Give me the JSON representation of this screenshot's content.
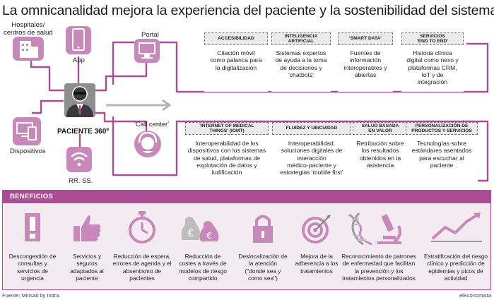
{
  "title": "La omnicanalidad mejora la experiencia del paciente y la sostenibilidad del sistema",
  "colors": {
    "accent": "#ab4c94",
    "icon_fill": "#c889ba",
    "card_header": "#eaeaea"
  },
  "hub": {
    "center_label": "PACIENTE 360º",
    "nodes": {
      "hospitales": "Hospitales/\ncentros de salud",
      "app": "App",
      "portal": "Portal",
      "dispositivos": "Dispositivos",
      "rrss": "RR. SS.",
      "call_center": "'Call center'"
    }
  },
  "cards": [
    {
      "header": "ACCESIBILIDAD",
      "body": "Citación móvil\ncomo palanca para\nla digitalización"
    },
    {
      "header": "INTELIGENCIA\nARTIFICIAL",
      "body": "Sistemas expertos\nde ayuda a la toma\nde decisiones y\n'chatbots'"
    },
    {
      "header": "'SMART DATA'",
      "body": "Fuentes de\ninformación\ninteroperables y\nabiertas"
    },
    {
      "header": "SERVICIOS\n'END TO END'",
      "body": "Historia clínica\ndigital como nexo y\nplataformas CRM,\nIoT y de\nintegración"
    },
    {
      "header": "'INTERNET OF MEDICAL\nTHINGS' (IOMT)",
      "body": "Interoperabilidad de los\ndispositivos con los sistemas\nde salud, plataformas de\nexplotación de datos y\nludificación"
    },
    {
      "header": "FLUIDEZ Y UBICUIDAD",
      "body": "Interoperabilidad,\nsoluciones digitales de\ninteracción\nmédico-paciente y\nestrategias 'mobile first'"
    },
    {
      "header": "SALUD BASADA\nEN VALOR",
      "body": "Retribución sobre\nlos resultados\nobtenidos en la\nasistencia"
    },
    {
      "header": "PERSONALIZACIÓN DE\nPRODUCTOS Y SERVICIOS",
      "body": "Tecnologías sobre\nestándares asentados\npara escuchar al\npaciente"
    }
  ],
  "benefits": {
    "title": "BENEFICIOS",
    "items": [
      {
        "icon": "exclamation-sign-icon",
        "text": "Descongestión de\nconsultas y\nservicios de\nurgencia"
      },
      {
        "icon": "thumbs-up-icon",
        "text": "Servicios y\nseguros\nadaptados al\npaciente"
      },
      {
        "icon": "stopwatch-icon",
        "text": "Reducción de espera,\nerrores de agenda y el\nabsentismo de\npacientes"
      },
      {
        "icon": "money-bags-icon",
        "text": "Reducción de\ncostes a través de\nmodelos de riesgo\ncompartido"
      },
      {
        "icon": "padlock-icon",
        "text": "Deslocalización de\nla atención\n(\"donde sea y\ncomo sea\")"
      },
      {
        "icon": "target-icon",
        "text": "Mejora de la\nadherencia a los\ntratamientos"
      },
      {
        "icon": "dna-microscope-icon",
        "text": "Reconocimiento de patrones\nde enfermedad que facilitan\nla prevención y los\ntratamientos personalizados"
      },
      {
        "icon": "rising-chart-icon",
        "text": "Estratificación del riesgo\nclínico y predicción de\nepidemias y picos de\nactividad"
      }
    ]
  },
  "source": "Fuente: Minsait by Indra.",
  "brand": "elEconomista"
}
